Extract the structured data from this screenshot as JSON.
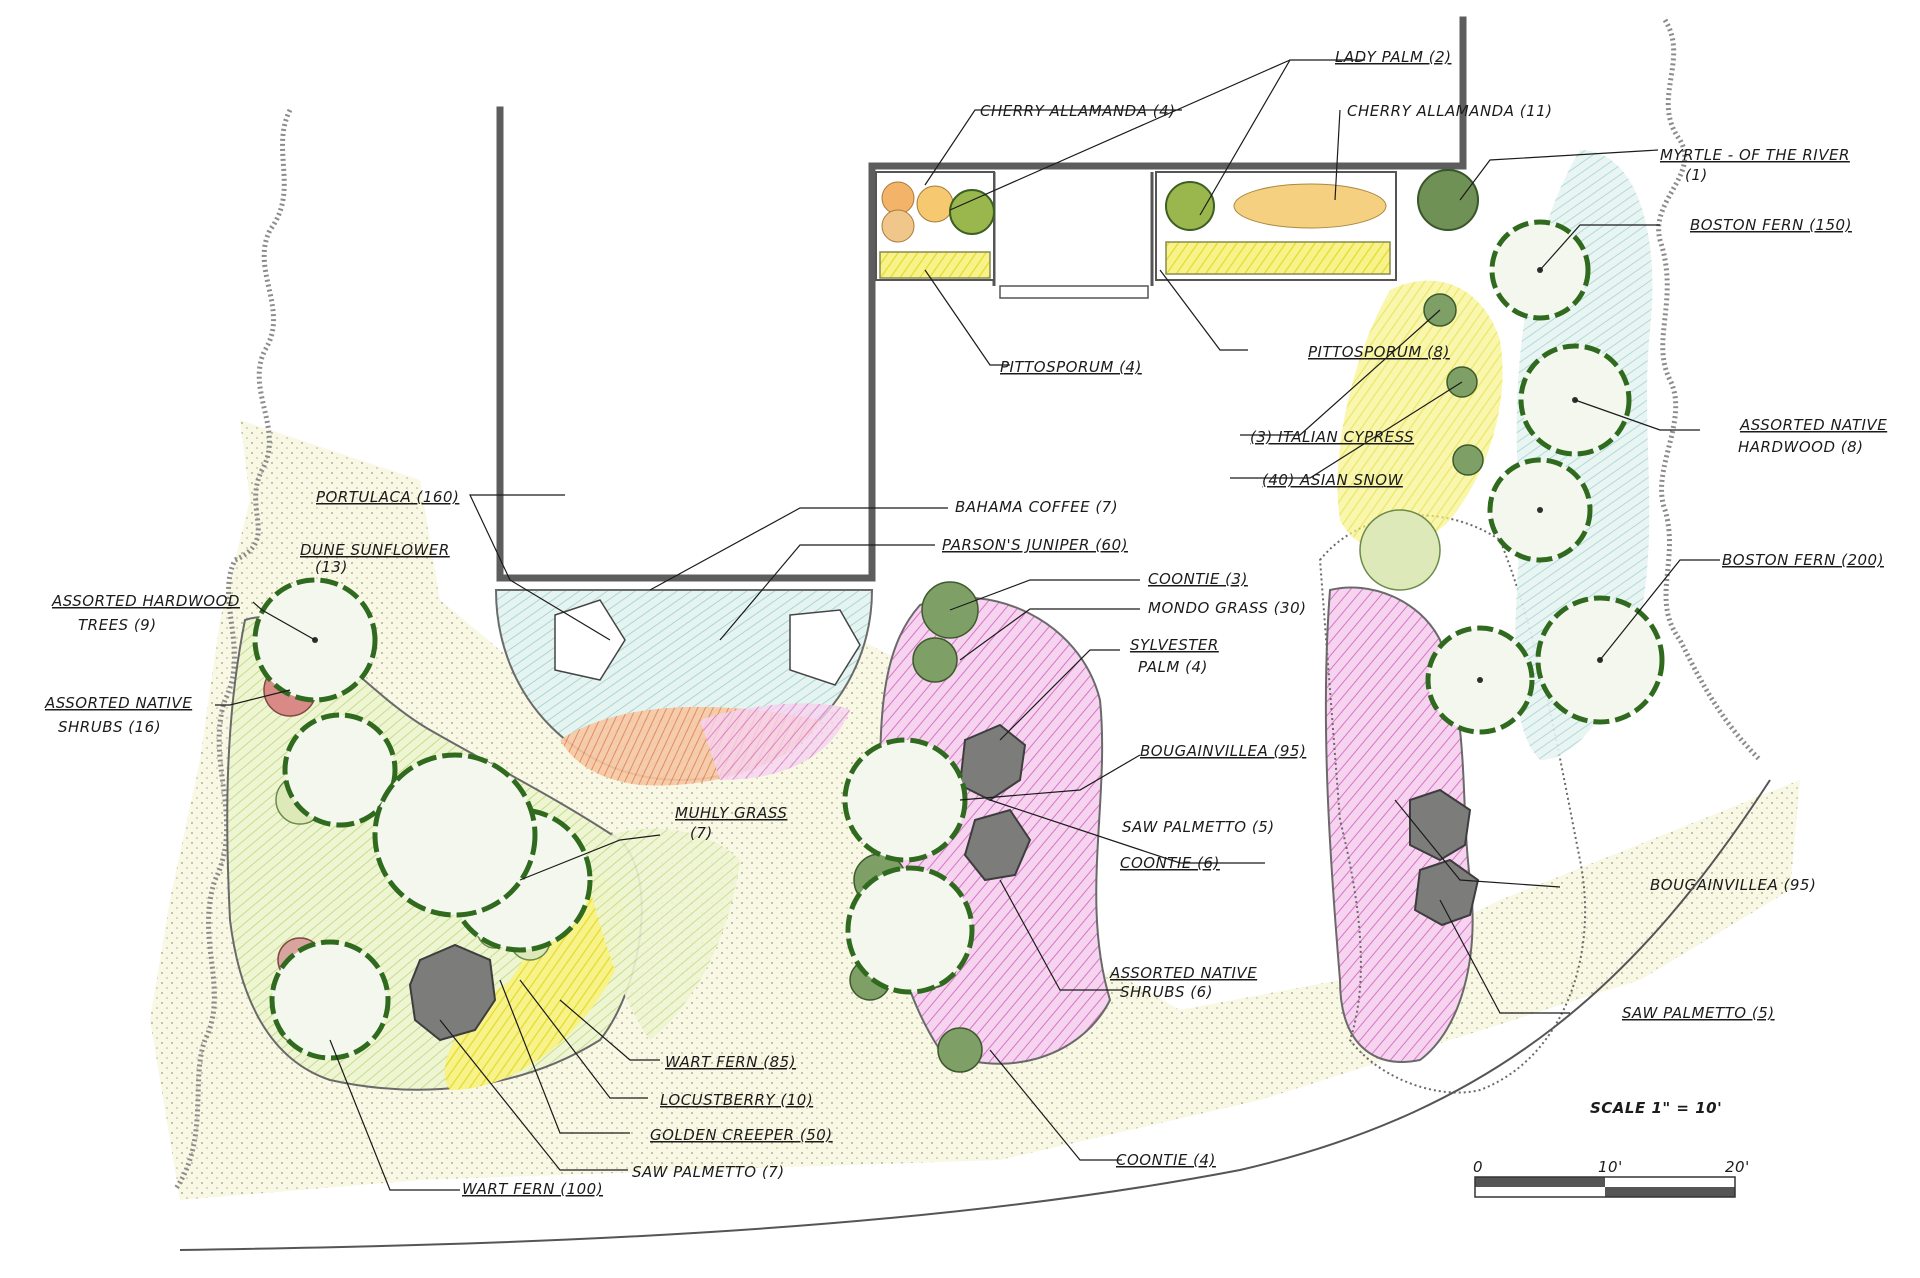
{
  "labels": {
    "lady_palm": "LADY PALM (2)",
    "cherry_allamanda_4": "CHERRY ALLAMANDA (4)",
    "cherry_allamanda_11": "CHERRY ALLAMANDA (11)",
    "myrtle_river_1": "MYRTLE - OF THE RIVER",
    "myrtle_river_2": "(1)",
    "boston_fern_150": "BOSTON FERN (150)",
    "pittosporum_4": "PITTOSPORUM (4)",
    "pittosporum_8": "PITTOSPORUM (8)",
    "italian_cypress": "(3) ITALIAN CYPRESS",
    "asian_snow": "(40) ASIAN SNOW",
    "assorted_native_hardwood_1": "ASSORTED NATIVE",
    "assorted_native_hardwood_2": "HARDWOOD  (8)",
    "portulaca": "PORTULACA (160)",
    "bahama_coffee": "BAHAMA COFFEE (7)",
    "parsons_juniper": "PARSON'S JUNIPER (60)",
    "dune_sunflower_1": "DUNE SUNFLOWER",
    "dune_sunflower_2": "(13)",
    "coontie_3": "COONTIE (3)",
    "mondo_grass": "MONDO GRASS (30)",
    "boston_fern_200": "BOSTON FERN (200)",
    "assorted_hardwood_1": "ASSORTED HARDWOOD",
    "assorted_hardwood_2": "TREES  (9)",
    "sylvester_1": "SYLVESTER",
    "sylvester_2": "PALM  (4)",
    "assorted_native_shrubs16_1": "ASSORTED NATIVE",
    "assorted_native_shrubs16_2": "SHRUBS (16)",
    "bougainvillea_95a": "BOUGAINVILLEA (95)",
    "saw_palmetto_5a": "SAW PALMETTO (5)",
    "muhly_grass_1": "MUHLY GRASS",
    "muhly_grass_2": "(7)",
    "coontie_6": "COONTIE (6)",
    "bougainvillea_95b": "BOUGAINVILLEA (95)",
    "assorted_native_shrubs6_1": "ASSORTED NATIVE",
    "assorted_native_shrubs6_2": "SHRUBS (6)",
    "saw_palmetto_5b": "SAW PALMETTO (5)",
    "wart_fern_85": "WART FERN (85)",
    "locustberry": "LOCUSTBERRY (10)",
    "golden_creeper": "GOLDEN CREEPER (50)",
    "coontie_4": "COONTIE (4)",
    "saw_palmetto_7": "SAW PALMETTO (7)",
    "wart_fern_100": "WART FERN (100)"
  },
  "scale": {
    "text": "SCALE  1\" = 10'",
    "tick_0": "0",
    "tick_10": "10'",
    "tick_20": "20'"
  },
  "colors": {
    "canopy_outline": "#2f6a1e",
    "bougainvillea_pink": "#e9a6dc",
    "golden_yellow": "#f3ef4e",
    "portulaca_orange": "#f0a27a",
    "lawn_cream": "#f7f7dc",
    "fern_blue": "#cfe9e6"
  }
}
